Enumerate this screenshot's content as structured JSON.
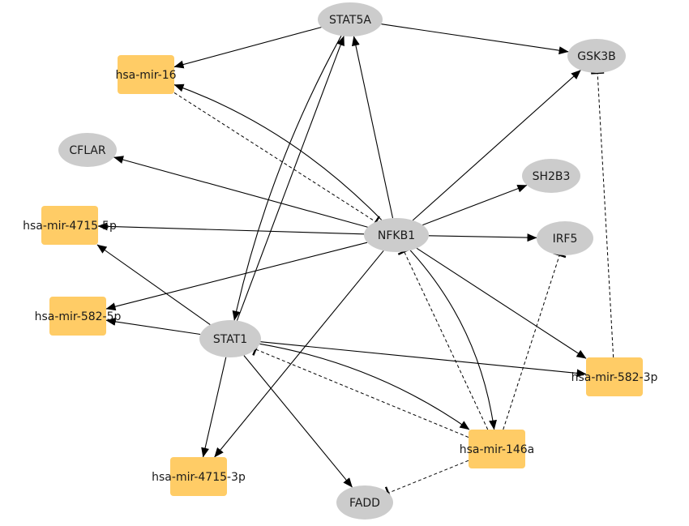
{
  "nodes": [
    {
      "id": "STAT5A",
      "label": "STAT5A",
      "kind": "gene"
    },
    {
      "id": "GSK3B",
      "label": "GSK3B",
      "kind": "gene"
    },
    {
      "id": "mir16",
      "label": "hsa-mir-16",
      "kind": "mirna"
    },
    {
      "id": "CFLAR",
      "label": "CFLAR",
      "kind": "gene"
    },
    {
      "id": "SH2B3",
      "label": "SH2B3",
      "kind": "gene"
    },
    {
      "id": "mir4715_5p",
      "label": "hsa-mir-4715-5p",
      "kind": "mirna"
    },
    {
      "id": "NFKB1",
      "label": "NFKB1",
      "kind": "gene"
    },
    {
      "id": "IRF5",
      "label": "IRF5",
      "kind": "gene"
    },
    {
      "id": "mir582_5p",
      "label": "hsa-mir-582-5p",
      "kind": "mirna"
    },
    {
      "id": "STAT1",
      "label": "STAT1",
      "kind": "gene"
    },
    {
      "id": "mir582_3p",
      "label": "hsa-mir-582-3p",
      "kind": "mirna"
    },
    {
      "id": "mir146a",
      "label": "hsa-mir-146a",
      "kind": "mirna"
    },
    {
      "id": "mir4715_3p",
      "label": "hsa-mir-4715-3p",
      "kind": "mirna"
    },
    {
      "id": "FADD",
      "label": "FADD",
      "kind": "gene"
    }
  ],
  "edges": [
    {
      "from": "STAT5A",
      "to": "mir16",
      "type": "activation"
    },
    {
      "from": "STAT5A",
      "to": "GSK3B",
      "type": "activation"
    },
    {
      "from": "STAT5A",
      "to": "STAT1",
      "type": "activation"
    },
    {
      "from": "NFKB1",
      "to": "STAT5A",
      "type": "activation"
    },
    {
      "from": "NFKB1",
      "to": "GSK3B",
      "type": "activation"
    },
    {
      "from": "NFKB1",
      "to": "mir16",
      "type": "activation"
    },
    {
      "from": "NFKB1",
      "to": "CFLAR",
      "type": "activation"
    },
    {
      "from": "NFKB1",
      "to": "SH2B3",
      "type": "activation"
    },
    {
      "from": "NFKB1",
      "to": "mir4715_5p",
      "type": "activation"
    },
    {
      "from": "NFKB1",
      "to": "IRF5",
      "type": "activation"
    },
    {
      "from": "NFKB1",
      "to": "mir582_5p",
      "type": "activation"
    },
    {
      "from": "NFKB1",
      "to": "mir582_3p",
      "type": "activation"
    },
    {
      "from": "NFKB1",
      "to": "mir146a",
      "type": "activation"
    },
    {
      "from": "NFKB1",
      "to": "mir4715_3p",
      "type": "activation"
    },
    {
      "from": "STAT1",
      "to": "STAT5A",
      "type": "activation"
    },
    {
      "from": "STAT1",
      "to": "mir4715_5p",
      "type": "activation"
    },
    {
      "from": "STAT1",
      "to": "mir582_5p",
      "type": "activation"
    },
    {
      "from": "STAT1",
      "to": "mir582_3p",
      "type": "activation"
    },
    {
      "from": "STAT1",
      "to": "mir146a",
      "type": "activation"
    },
    {
      "from": "STAT1",
      "to": "mir4715_3p",
      "type": "activation"
    },
    {
      "from": "STAT1",
      "to": "FADD",
      "type": "activation"
    },
    {
      "from": "mir16",
      "to": "NFKB1",
      "type": "inhibition"
    },
    {
      "from": "mir582_3p",
      "to": "GSK3B",
      "type": "inhibition"
    },
    {
      "from": "mir146a",
      "to": "NFKB1",
      "type": "inhibition"
    },
    {
      "from": "mir146a",
      "to": "IRF5",
      "type": "inhibition"
    },
    {
      "from": "mir146a",
      "to": "STAT1",
      "type": "inhibition"
    },
    {
      "from": "mir146a",
      "to": "FADD",
      "type": "inhibition"
    }
  ]
}
